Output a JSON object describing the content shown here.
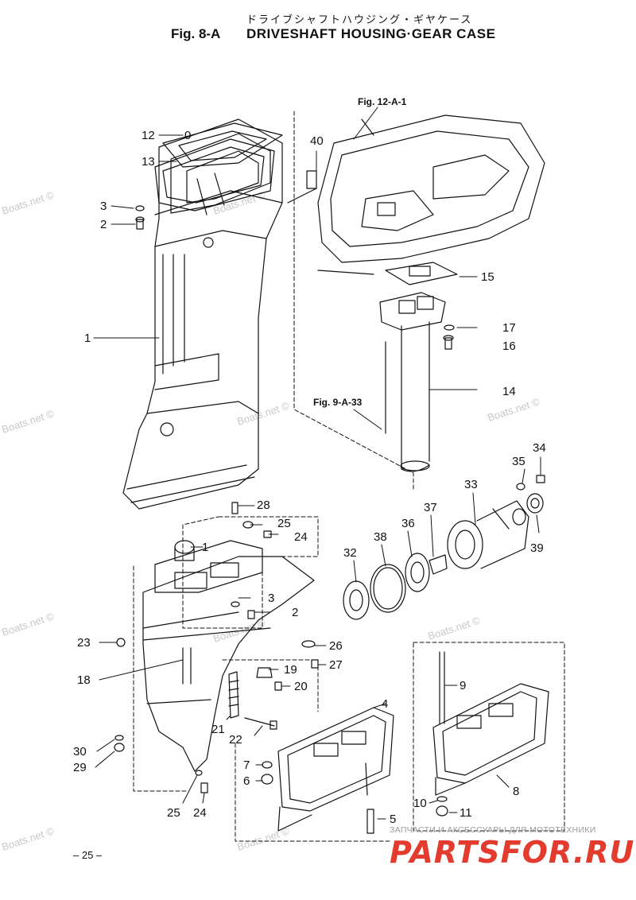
{
  "header": {
    "japanese_title": "ドライブシャフトハウジング・ギヤケース",
    "figure_number": "Fig. 8-A",
    "title": "DRIVESHAFT HOUSING·GEAR CASE"
  },
  "references": {
    "fig_12": "Fig. 12-A-1",
    "fig_9": "Fig. 9-A-33"
  },
  "part_labels": {
    "p12": "12",
    "p0": "0",
    "p13": "13",
    "p40": "40",
    "p3a": "3",
    "p2a": "2",
    "p15": "15",
    "p17": "17",
    "p16": "16",
    "p1a": "1",
    "p14": "14",
    "p34": "34",
    "p35": "35",
    "p33": "33",
    "p28": "28",
    "p25a": "25",
    "p24a": "24",
    "p37": "37",
    "p36": "36",
    "p38": "38",
    "p1b": "1",
    "p39": "39",
    "p32": "32",
    "p3b": "3",
    "p2b": "2",
    "p23": "23",
    "p26": "26",
    "p27": "27",
    "p19": "19",
    "p18": "18",
    "p20": "20",
    "p9": "9",
    "p4": "4",
    "p21": "21",
    "p22": "22",
    "p30": "30",
    "p29": "29",
    "p7": "7",
    "p6": "6",
    "p8": "8",
    "p10": "10",
    "p11": "11",
    "p5": "5",
    "p25b": "25",
    "p24b": "24"
  },
  "watermark": "Boats.net ©",
  "footer": {
    "page_number": "– 25 –",
    "brand_caption": "ЗАПЧАСТИ И АКСЕССУАРЫ ДЛЯ МОТОТЕХНИКИ",
    "brand_name": "PARTSFOR.RU",
    "brand_color": "#e33b2e"
  }
}
